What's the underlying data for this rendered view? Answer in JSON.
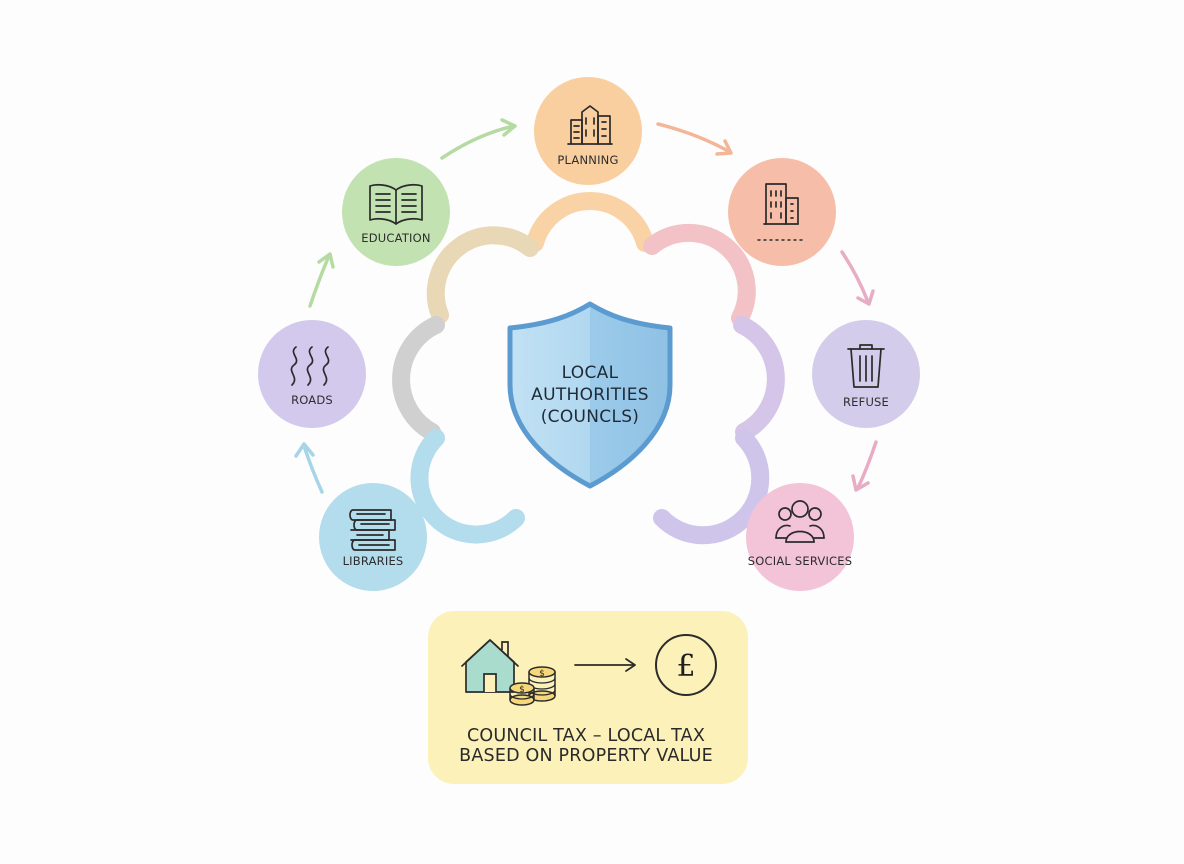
{
  "center": {
    "lines": [
      "LOCAL",
      "AUTHORITIES",
      "(COUNCLS)"
    ]
  },
  "services": [
    {
      "key": "planning",
      "label": "PLANNING",
      "icon": "buildings-icon",
      "color": "#f9cfa0"
    },
    {
      "key": "housing",
      "label": "",
      "icon": "apartment-building-icon",
      "color": "#f6bea8"
    },
    {
      "key": "refuse",
      "label": "REFUSE",
      "icon": "trash-bin-icon",
      "color": "#d3cdeb"
    },
    {
      "key": "social",
      "label": "SOCIAL SERVICES",
      "icon": "people-group-icon",
      "color": "#f3c3d7"
    },
    {
      "key": "libraries",
      "label": "LIBRARIES",
      "icon": "book-stack-icon",
      "color": "#b3dcec"
    },
    {
      "key": "roads",
      "label": "ROADS",
      "icon": "wavy-roads-icon",
      "color": "#d2c9ec"
    },
    {
      "key": "education",
      "label": "EDUCATION",
      "icon": "open-book-icon",
      "color": "#c2e2b1"
    }
  ],
  "council_tax": {
    "lines": [
      "COUNCIL TAX – LOCAL TAX",
      "BASED ON PROPERTY VALUE"
    ],
    "currency_symbol": "£",
    "coin_symbol": "$",
    "background": "#fbf1b9"
  },
  "colors": {
    "shield_fill": "#a9d4ee",
    "shield_stroke": "#5b9bd0",
    "arrow_green": "#b5dba2",
    "arrow_orange": "#f4b698",
    "arrow_pink": "#e8adc4",
    "arrow_blue": "#a7d5e8"
  }
}
